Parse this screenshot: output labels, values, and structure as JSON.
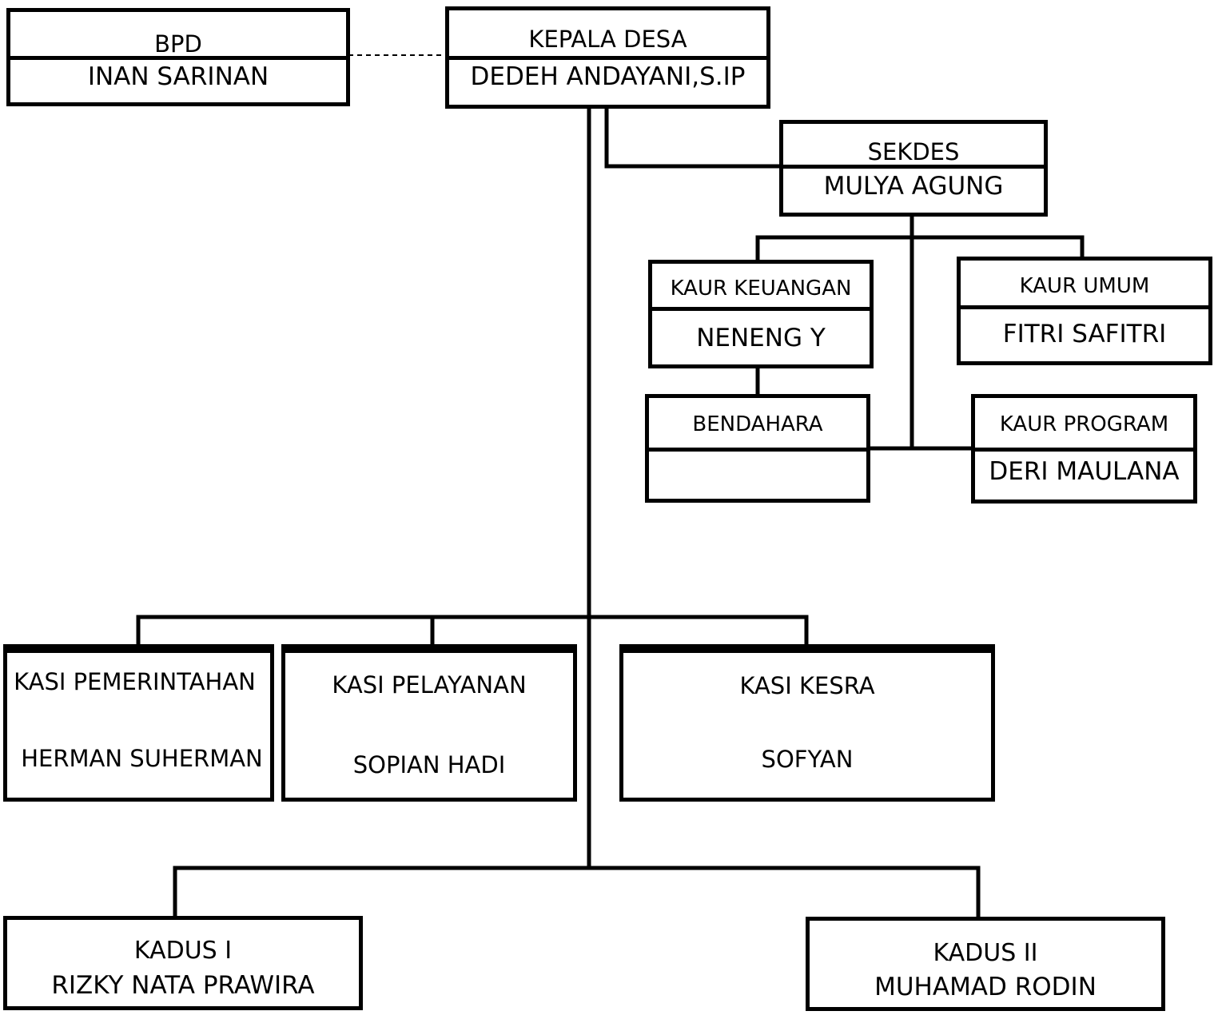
{
  "org": {
    "bpd": {
      "title": "BPD",
      "name": "INAN SARINAN"
    },
    "kades": {
      "title": "KEPALA DESA",
      "name": "DEDEH ANDAYANI,S.IP"
    },
    "sekdes": {
      "title": "SEKDES",
      "name": "MULYA AGUNG"
    },
    "kaur_keuangan": {
      "title": "KAUR KEUANGAN",
      "name": "NENENG Y"
    },
    "kaur_umum": {
      "title": "KAUR UMUM",
      "name": "FITRI SAFITRI"
    },
    "bendahara": {
      "title": "BENDAHARA",
      "name": ""
    },
    "kaur_program": {
      "title": "KAUR PROGRAM",
      "name": "DERI MAULANA"
    },
    "kasi_pemerintahan": {
      "title": "KASI PEMERINTAHAN",
      "name": "HERMAN SUHERMAN"
    },
    "kasi_pelayanan": {
      "title": "KASI PELAYANAN",
      "name": "SOPIAN HADI"
    },
    "kasi_kesra": {
      "title": "KASI KESRA",
      "name": "SOFYAN"
    },
    "kadus_1": {
      "title": "KADUS I",
      "name": "RIZKY NATA PRAWIRA"
    },
    "kadus_2": {
      "title": "KADUS II",
      "name": "MUHAMAD RODIN"
    }
  }
}
